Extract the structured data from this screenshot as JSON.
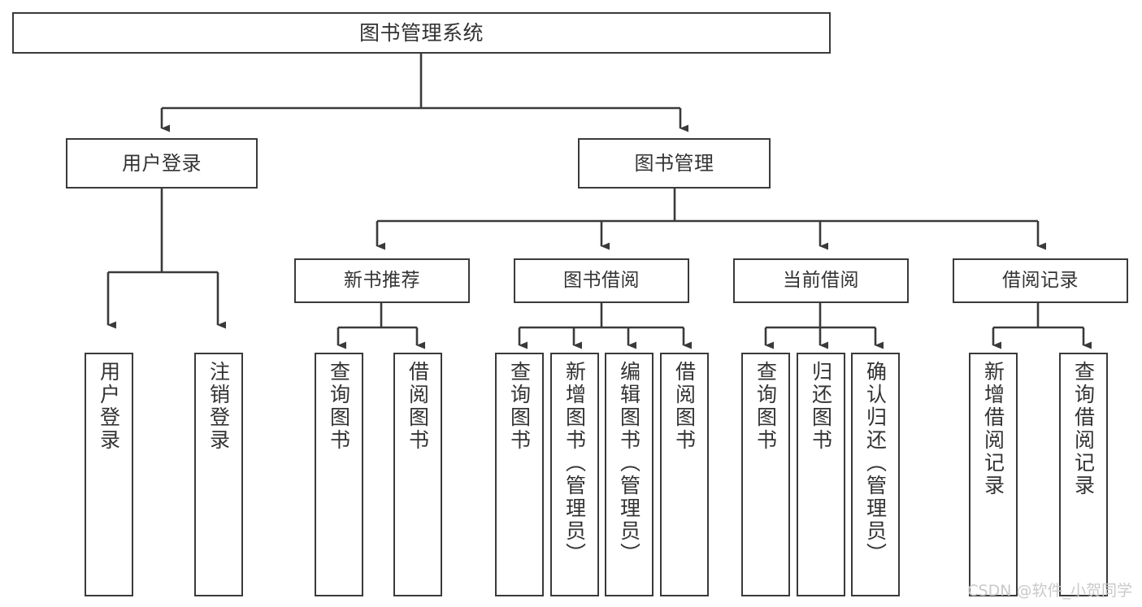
{
  "diagram": {
    "title": "图书管理系统",
    "type": "tree",
    "watermark": "CSDN @软件_小贺同学",
    "colors": {
      "box_border": "#3a3a3a",
      "box_fill": "#ffffff",
      "connector": "#3a3a3a",
      "text": "#333333",
      "watermark": "#c9c9c9",
      "background": "#ffffff"
    },
    "nodes": {
      "root": {
        "label": "图书管理系统"
      },
      "level2": [
        {
          "id": "user-login",
          "label": "用户登录"
        },
        {
          "id": "book-manage",
          "label": "图书管理"
        }
      ],
      "level3": [
        {
          "id": "new-book-recommend",
          "label": "新书推荐"
        },
        {
          "id": "book-borrow",
          "label": "图书借阅"
        },
        {
          "id": "current-borrow",
          "label": "当前借阅"
        },
        {
          "id": "borrow-record",
          "label": "借阅记录"
        }
      ],
      "leaves": [
        {
          "id": "leaf-user-login",
          "parent": "user-login",
          "label": "用户登录"
        },
        {
          "id": "leaf-logout-login",
          "parent": "user-login",
          "label": "注销登录"
        },
        {
          "id": "leaf-query-book-1",
          "parent": "new-book-recommend",
          "label": "查询图书"
        },
        {
          "id": "leaf-borrow-book-1",
          "parent": "new-book-recommend",
          "label": "借阅图书"
        },
        {
          "id": "leaf-query-book-2",
          "parent": "book-borrow",
          "label": "查询图书"
        },
        {
          "id": "leaf-add-book-admin",
          "parent": "book-borrow",
          "label": "新增图书（管理员）"
        },
        {
          "id": "leaf-edit-book-admin",
          "parent": "book-borrow",
          "label": "编辑图书（管理员）"
        },
        {
          "id": "leaf-borrow-book-2",
          "parent": "book-borrow",
          "label": "借阅图书"
        },
        {
          "id": "leaf-query-book-3",
          "parent": "current-borrow",
          "label": "查询图书"
        },
        {
          "id": "leaf-return-book",
          "parent": "current-borrow",
          "label": "归还图书"
        },
        {
          "id": "leaf-confirm-return-admin",
          "parent": "current-borrow",
          "label": "确认归还（管理员）"
        },
        {
          "id": "leaf-add-borrow-record",
          "parent": "borrow-record",
          "label": "新增借阅记录"
        },
        {
          "id": "leaf-query-borrow-record",
          "parent": "borrow-record",
          "label": "查询借阅记录"
        }
      ]
    }
  }
}
